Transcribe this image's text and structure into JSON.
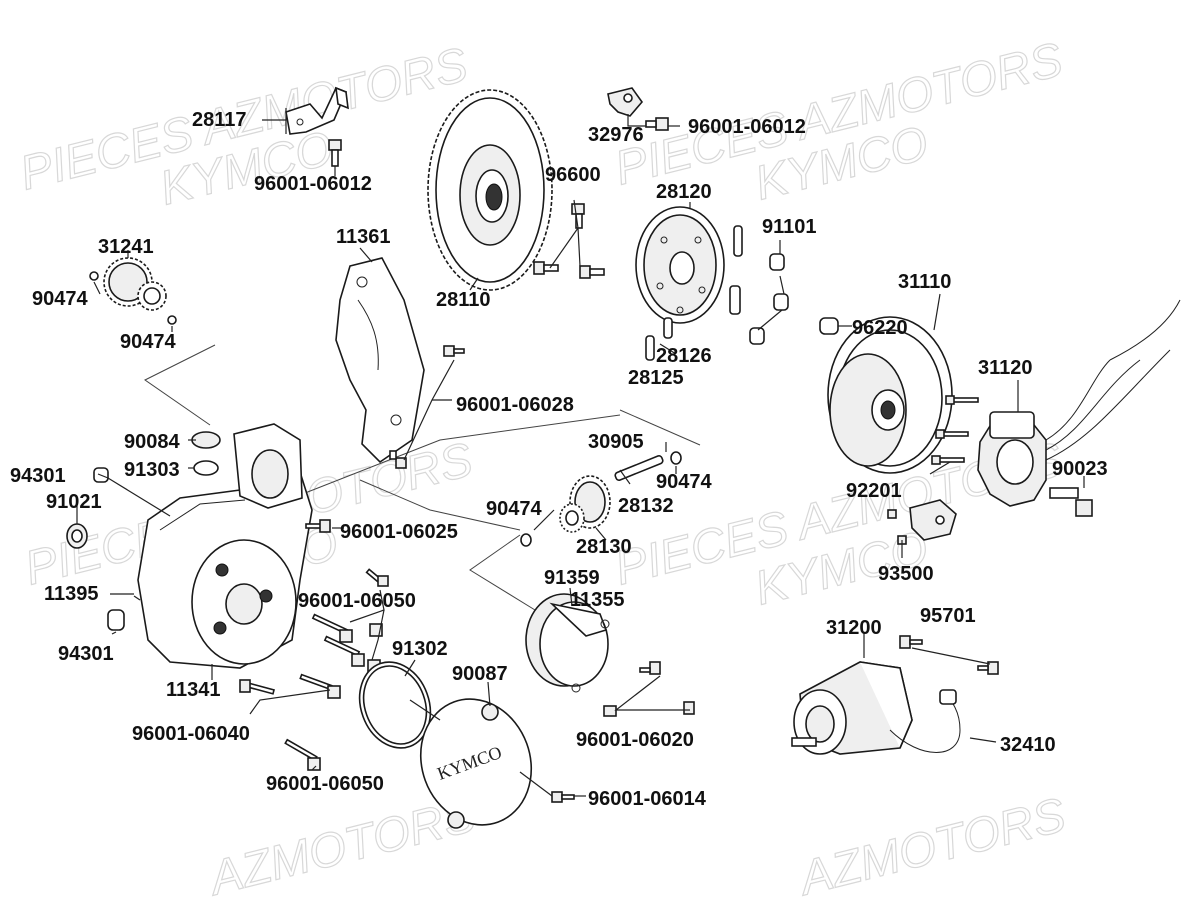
{
  "watermarks": [
    "PIECES AZMOTORS",
    "KYMCO",
    "PIECES AZMOTORS",
    "KYMCO",
    "PIECES AZMOTORS",
    "KYMCO",
    "PIECES AZMOTORS",
    "KYMCO",
    "AZMOTORS",
    "AZMOTORS"
  ],
  "cover_brand": "KYMCO",
  "part_labels": [
    "28117",
    "96001-06012",
    "32976",
    "96001-06012",
    "31241",
    "90474",
    "90474",
    "11361",
    "28110",
    "96600",
    "28120",
    "91101",
    "96220",
    "31110",
    "28126",
    "28125",
    "96001-06028",
    "31120",
    "90084",
    "91303",
    "94301",
    "91021",
    "30905",
    "90474",
    "90474",
    "28132",
    "28130",
    "90023",
    "92201",
    "96001-06025",
    "93500",
    "91359",
    "11355",
    "11395",
    "96001-06050",
    "91302",
    "94301",
    "90087",
    "31200",
    "95701",
    "11341",
    "96001-06040",
    "96001-06020",
    "32410",
    "96001-06050",
    "96001-06014"
  ]
}
